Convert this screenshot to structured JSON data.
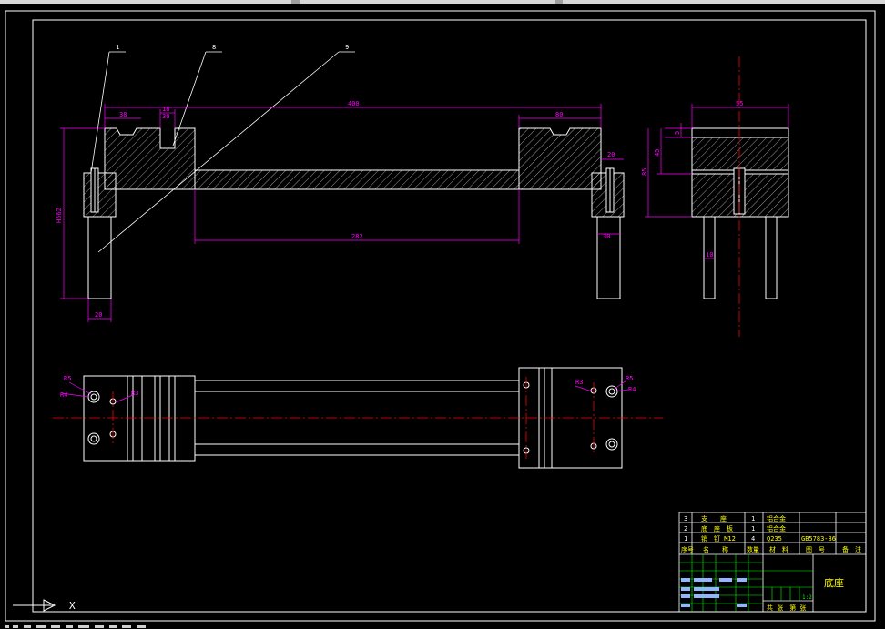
{
  "window": {
    "title": "",
    "bg_color": "#000000",
    "line_color": "#ffffff",
    "dimension_color": "#ff00ff",
    "centerline_color": "#ff0000",
    "table_text_color": "#ffff00",
    "grid_color": "#00ff00"
  },
  "drawing": {
    "leaders": [
      "1",
      "8",
      "9"
    ],
    "dims_front": {
      "overall": "400",
      "left_block": "38",
      "slot_a": "18",
      "slot_b": "30",
      "right_block": "80",
      "right_h": "20",
      "bottom_span": "282",
      "right_post": "30",
      "left_height": "H562",
      "left_post": "20"
    },
    "dims_side": {
      "top": "55",
      "small": "5",
      "h1": "45",
      "h2": "85",
      "post": "10"
    },
    "dims_top": {
      "left_a": "R5",
      "left_b": "R4",
      "left_c": "R3",
      "right_a": "R3",
      "right_b": "R5",
      "right_c": "R4"
    }
  },
  "title_block": {
    "rows": [
      {
        "no": "3",
        "name": "支　　座",
        "qty": "1",
        "material": "铝合金",
        "std": "",
        "note": ""
      },
      {
        "no": "2",
        "name": "底　座　板",
        "qty": "1",
        "material": "铝合金",
        "std": "",
        "note": ""
      },
      {
        "no": "1",
        "name": "销　钉 M12",
        "qty": "4",
        "material": "Q235",
        "std": "GB5783-86",
        "note": ""
      }
    ],
    "header": [
      "序号",
      "名　　称",
      "数量",
      "材　料",
      "图　号",
      "备　注"
    ],
    "part_name": "底座",
    "scale": "1:2",
    "footer": "共 张　第 张"
  },
  "ucs": {
    "x_label": "X"
  }
}
